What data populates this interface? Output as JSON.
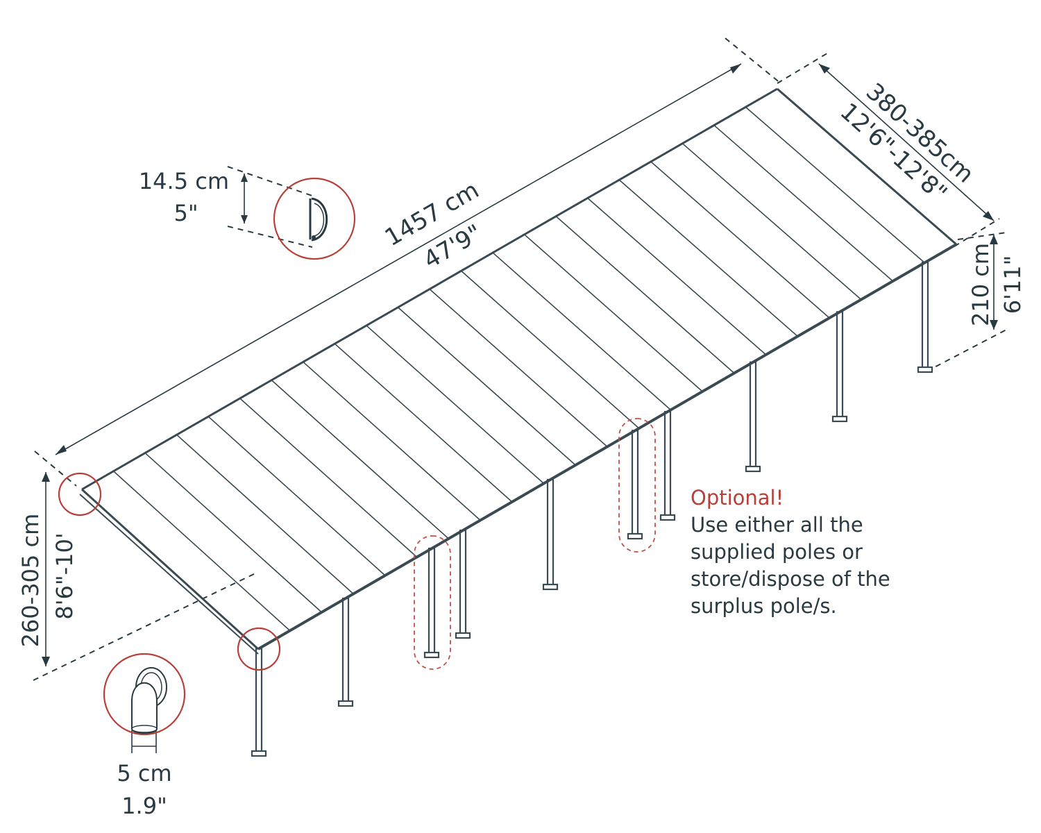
{
  "dimensions": {
    "length": {
      "metric": "1457 cm",
      "imperial": "47'9\""
    },
    "width": {
      "metric": "380-385cm",
      "imperial": "12'6\"-12'8\""
    },
    "front_height": {
      "metric": "260-305 cm",
      "imperial": "8'6\"-10'"
    },
    "back_height": {
      "metric": "210 cm",
      "imperial": "6'11\""
    },
    "gutter_profile": {
      "metric": "14.5 cm",
      "imperial": "5\""
    },
    "post_profile": {
      "metric": "5 cm",
      "imperial": "1.9\""
    }
  },
  "note": {
    "title": "Optional!",
    "lines": [
      "Use either all the",
      "supplied poles or",
      "store/dispose of the",
      "surplus pole/s."
    ]
  },
  "colors": {
    "line": "#3a4a52",
    "accent": "#b7403a"
  }
}
